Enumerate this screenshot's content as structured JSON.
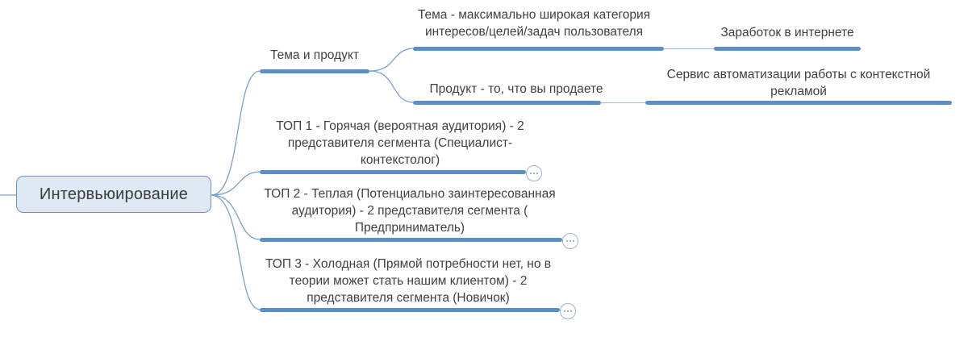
{
  "diagram": {
    "type": "mind-map",
    "title": "Интервьюирование",
    "colors": {
      "branch": "#5b8fc9",
      "connector": "#7aa0cd",
      "root_fill": "#dfe9f4",
      "root_border": "#6b8fc4",
      "text": "#404040",
      "background": "#ffffff"
    }
  },
  "root": {
    "label": "Интервьюирование"
  },
  "branches": [
    {
      "id": "tema-i-produkt",
      "label": "Тема и продукт",
      "children": [
        {
          "id": "tema",
          "label": "Тема - максимально широкая категория\nинтересов/целей/задач пользователя",
          "children": [
            {
              "id": "zarabotok",
              "label": "Заработок в интернете"
            }
          ]
        },
        {
          "id": "produkt",
          "label": "Продукт - то, что вы продаете",
          "children": [
            {
              "id": "servis",
              "label": "Сервис автоматизации работы с контекстной\nрекламой"
            }
          ]
        }
      ]
    },
    {
      "id": "top-1",
      "label": "ТОП 1 - Горячая (вероятная аудитория) - 2\nпредставителя сегмента (Специалист-\nконтекстолог)",
      "expander": "...",
      "collapsed": true
    },
    {
      "id": "top-2",
      "label": "ТОП 2 - Теплая (Потенциально заинтересованная\nаудитория) - 2 представителя сегмента (\nПредприниматель)",
      "expander": "...",
      "collapsed": true
    },
    {
      "id": "top-3",
      "label": "ТОП 3 - Холодная (Прямой потребности нет, но в\nтеории может стать нашим клиентом) - 2\nпредставителя сегмента (Новичок)",
      "expander": "...",
      "collapsed": true
    }
  ]
}
